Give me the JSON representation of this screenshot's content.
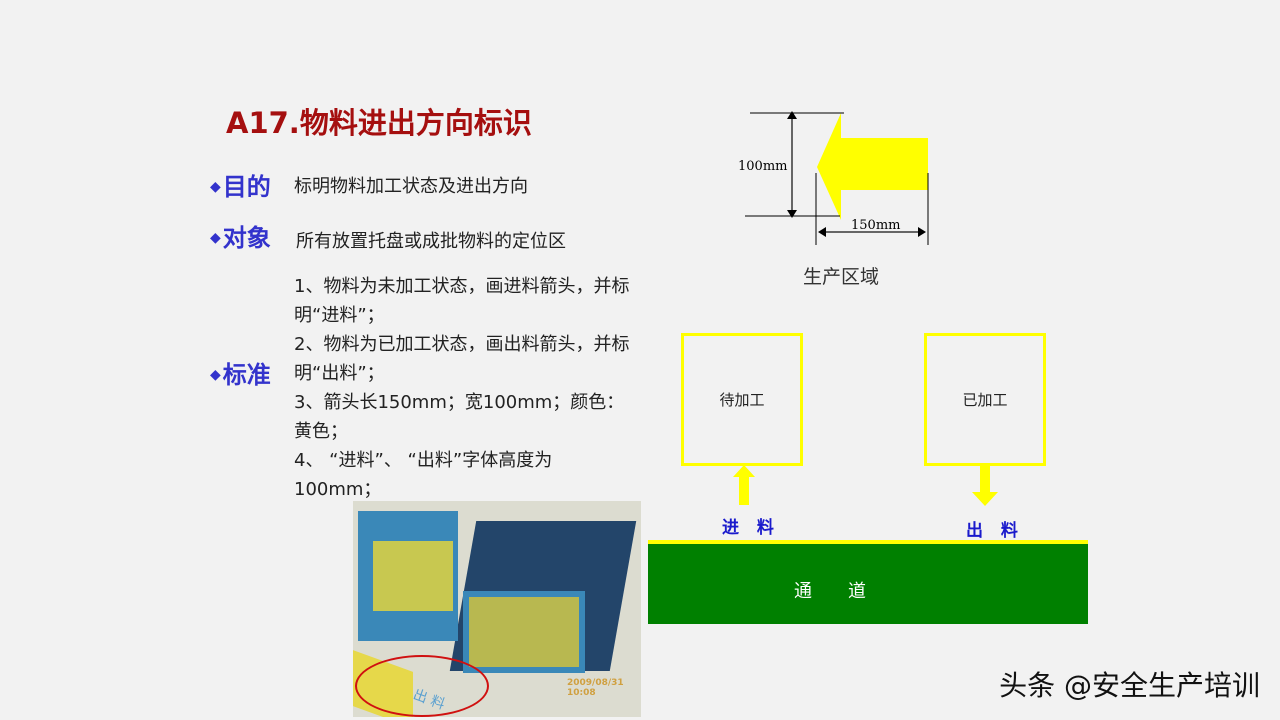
{
  "title": "A17.物料进出方向标识",
  "purpose": {
    "label": "目的",
    "text": "标明物料加工状态及进出方向"
  },
  "object": {
    "label": "对象",
    "text": "所有放置托盘或成批物料的定位区"
  },
  "standard": {
    "label": "标准",
    "lines": [
      "1、物料为未加工状态，画进料箭头，并标明“进料”；",
      "2、物料为已加工状态，画出料箭头，并标明“出料”；",
      "3、箭头长150mm；宽100mm；颜色：黄色；",
      "4、 “进料”、 “出料”字体高度为100mm；"
    ]
  },
  "diagram": {
    "height_label": "100mm",
    "length_label": "150mm",
    "area_label": "生产区域",
    "arrow_color": "#ffff00"
  },
  "layout": {
    "box_left": "待加工",
    "box_right": "已加工",
    "in_label": "进 料",
    "out_label": "出 料",
    "road_label": "通　　道",
    "road_color": "#008000"
  },
  "photo": {
    "timestamp": "2009/08/31 10:08",
    "floor_text": "出 料"
  },
  "watermark": "头条 @安全生产培训"
}
